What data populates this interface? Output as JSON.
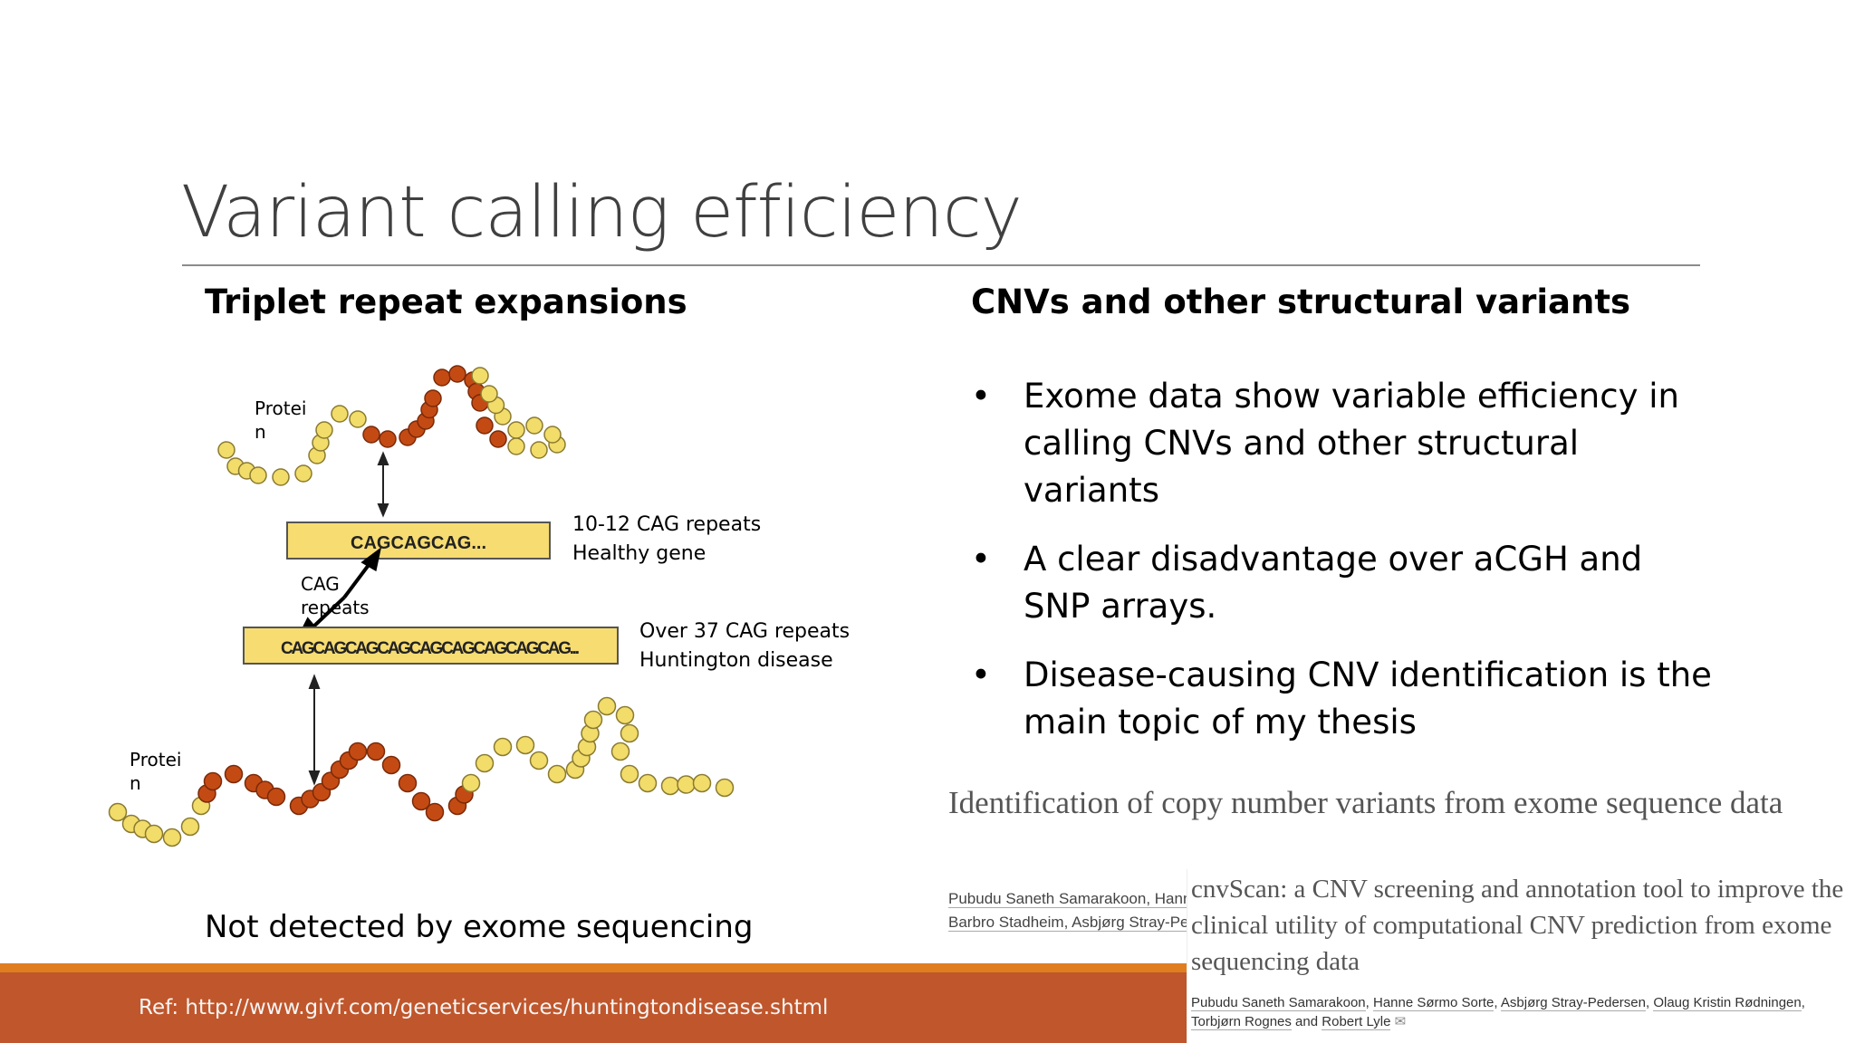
{
  "slide": {
    "title": "Variant calling efficiency",
    "left_heading": "Triplet repeat expansions",
    "right_heading": "CNVs and other structural variants",
    "not_detected": "Not detected by exome sequencing",
    "bullet_glyph": "•",
    "bullets": [
      "Exome data show variable efficiency in calling CNVs and other structural variants",
      "A clear disadvantage over aCGH and SNP arrays.",
      "Disease-causing CNV identification is the main topic of my thesis"
    ]
  },
  "figure": {
    "protein_label_top": "Protei n",
    "protein_label_bottom": "Protei n",
    "healthy_box_text": "CAGCAGCAG...",
    "disease_box_text": "CAGCAGCAGCAGCAGCAGCAGCAGCAG...",
    "cag_repeats_label": "CAG repeats",
    "healthy_note_line1": "10-12 CAG repeats",
    "healthy_note_line2": "Healthy gene",
    "disease_note_line1": "Over 37 CAG repeats",
    "disease_note_line2": "Huntington disease",
    "colors": {
      "normal_bead": "#f2dc6a",
      "repeat_bead": "#c44a14",
      "box_fill": "#f7dc72"
    }
  },
  "footer": {
    "ref": "Ref: http://www.givf.com/geneticservices/huntingtondisease.shtml",
    "band_color": "#c0562b",
    "line_color": "#e07d1f"
  },
  "papers": {
    "paper1": {
      "title": "Identification of copy number variants from exome sequence data",
      "authors_line1": "Pubudu Saneth Samarakoon, Hanne",
      "authors_line2": "Barbro Stadheim, Asbjørg Stray-Ped"
    },
    "paper2": {
      "title": "cnvScan: a CNV screening and annotation tool to improve the clinical utility of computational CNV prediction from exome sequencing data",
      "authors": [
        "Pubudu Saneth Samarakoon",
        "Hanne Sørmo Sorte",
        "Asbjørg Stray-Pedersen",
        "Olaug Kristin Rødningen",
        "Torbjørn Rognes",
        "Robert Lyle"
      ],
      "author_sep": ", ",
      "author_last_sep": " and ",
      "mail_icon_glyph": "✉"
    }
  }
}
